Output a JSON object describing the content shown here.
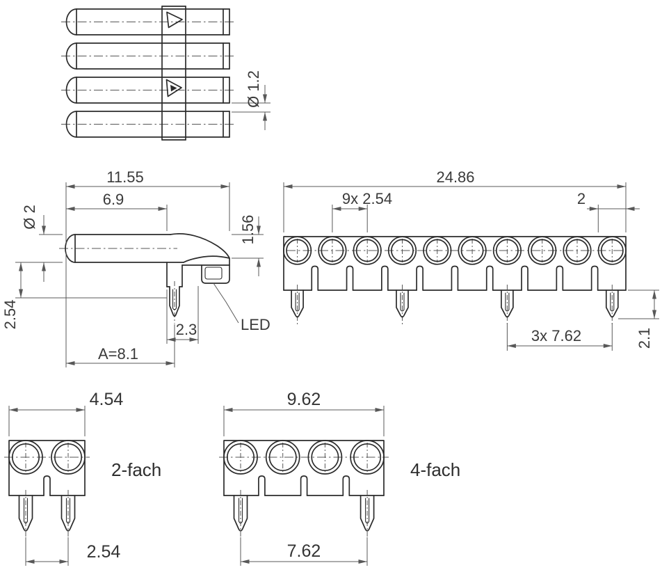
{
  "drawing": {
    "views": {
      "quad_side": {
        "dim_dia": "Ø 1.2"
      },
      "single_side": {
        "dim_total_len": "11.55",
        "dim_body_len": "6.9",
        "dim_dia": "Ø 2",
        "dim_tab_h": "1.56",
        "dim_axis_offset": "2.54",
        "dim_pin_offset": "2.3",
        "dim_a": "A=8.1",
        "callout_led": "LED"
      },
      "strip_front": {
        "dim_total_len": "24.86",
        "dim_led_pitch": "9x 2.54",
        "dim_led_dia": "2",
        "dim_pin_pitch": "3x 7.62",
        "dim_pin_len": "2.1"
      },
      "duo_front": {
        "dim_width": "4.54",
        "dim_pin_pitch": "2.54",
        "caption": "2-fach"
      },
      "quad_front": {
        "dim_width": "9.62",
        "dim_pin_pitch": "7.62",
        "caption": "4-fach"
      }
    }
  }
}
